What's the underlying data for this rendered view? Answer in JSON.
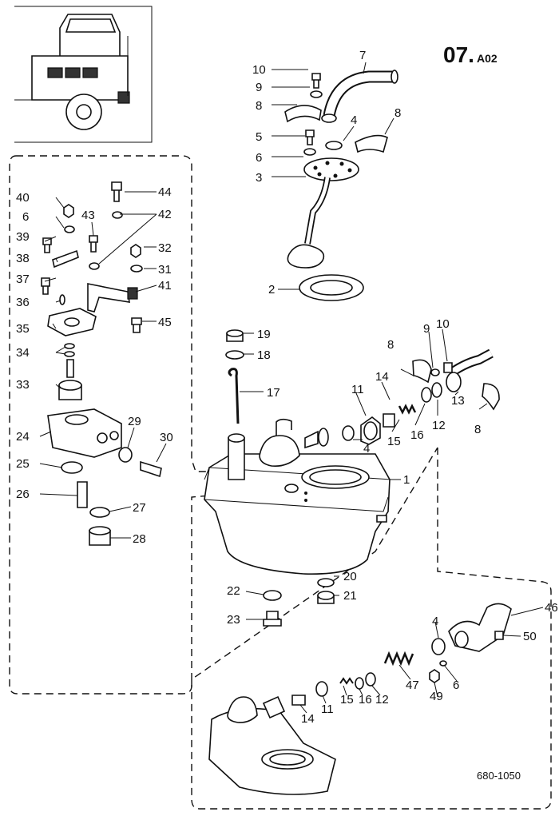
{
  "header": {
    "section": "07.",
    "subsection": "A02"
  },
  "reference_code": "680-1050",
  "callouts": {
    "c1": "1",
    "c2": "2",
    "c3": "3",
    "c4a": "4",
    "c4b": "4",
    "c4c": "4",
    "c5": "5",
    "c6a": "6",
    "c6b": "6",
    "c6c": "6",
    "c7": "7",
    "c8a": "8",
    "c8b": "8",
    "c8c": "8",
    "c8d": "8",
    "c9a": "9",
    "c9b": "9",
    "c10a": "10",
    "c10b": "10",
    "c11a": "11",
    "c11b": "11",
    "c12a": "12",
    "c12b": "12",
    "c13": "13",
    "c14a": "14",
    "c14b": "14",
    "c15a": "15",
    "c15b": "15",
    "c16a": "16",
    "c16b": "16",
    "c17": "17",
    "c18": "18",
    "c19": "19",
    "c20": "20",
    "c21": "21",
    "c22": "22",
    "c23": "23",
    "c24": "24",
    "c25": "25",
    "c26": "26",
    "c27": "27",
    "c28": "28",
    "c29": "29",
    "c30": "30",
    "c31": "31",
    "c32": "32",
    "c33": "33",
    "c34": "34",
    "c35": "35",
    "c36": "36",
    "c37": "37",
    "c38": "38",
    "c39": "39",
    "c40": "40",
    "c41": "41",
    "c42": "42",
    "c43": "43",
    "c44": "44",
    "c45": "45",
    "c46": "46",
    "c47": "47",
    "c49": "49",
    "c50": "50"
  }
}
